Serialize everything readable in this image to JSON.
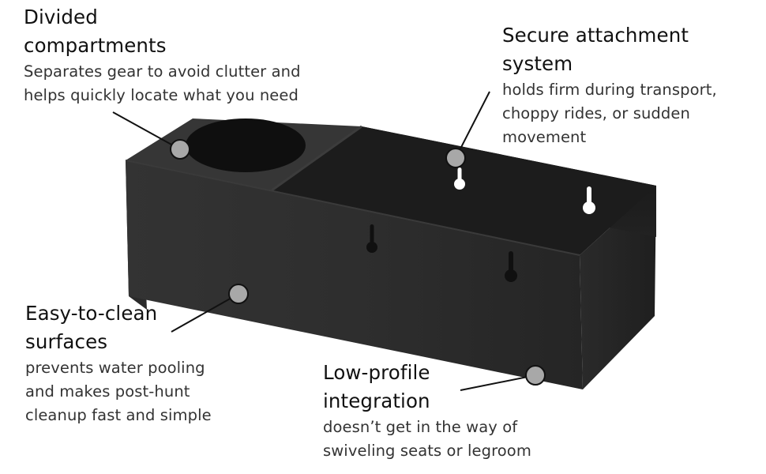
{
  "callouts": {
    "compartments": {
      "title_line1": "Divided",
      "title_line2": "compartments",
      "desc_line1": "Separates gear to avoid clutter and",
      "desc_line2": "helps quickly locate what you need"
    },
    "attachment": {
      "title_line1": "Secure attachment",
      "title_line2": "system",
      "desc_line1": "holds firm during transport,",
      "desc_line2": "choppy rides, or sudden",
      "desc_line3": "movement"
    },
    "clean": {
      "title_line1": "Easy-to-clean",
      "title_line2": "surfaces",
      "desc_line1": "prevents water pooling",
      "desc_line2": "and makes post-hunt",
      "desc_line3": "cleanup fast and simple"
    },
    "profile": {
      "title_line1": "Low-profile",
      "title_line2": "integration",
      "desc_line1": "doesn’t get in the way of",
      "desc_line2": "swiveling seats or legroom"
    }
  },
  "colors": {
    "background": "#ffffff",
    "product_dark": "#2b2b2b",
    "marker_fill": "#a8a8a8",
    "leader_line": "#111111"
  }
}
